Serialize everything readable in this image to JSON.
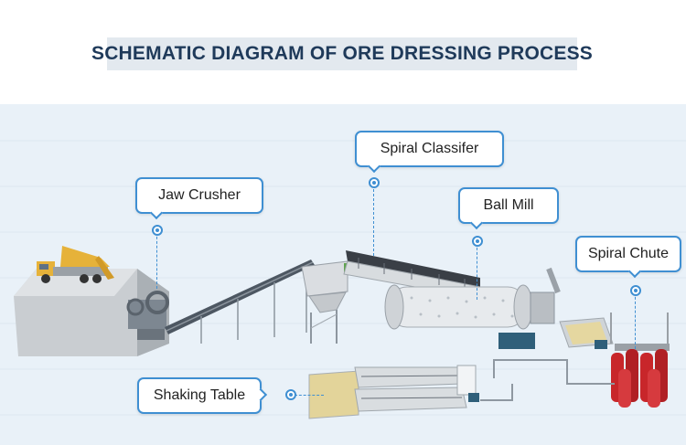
{
  "title": "SCHEMATIC DIAGRAM OF ORE DRESSING PROCESS",
  "labels": {
    "jaw_crusher": "Jaw Crusher",
    "spiral_classifier": "Spiral Classifer",
    "ball_mill": "Ball Mill",
    "spiral_chute": "Spiral Chute",
    "shaking_table": "Shaking Table"
  },
  "colors": {
    "accent": "#3f8fd2",
    "title_bg": "#e3e9ef",
    "title_text": "#1f3a5a",
    "scene_bg": "#e9f1f8",
    "truck_yellow": "#e6b23a",
    "chute_red": "#c8262a"
  }
}
